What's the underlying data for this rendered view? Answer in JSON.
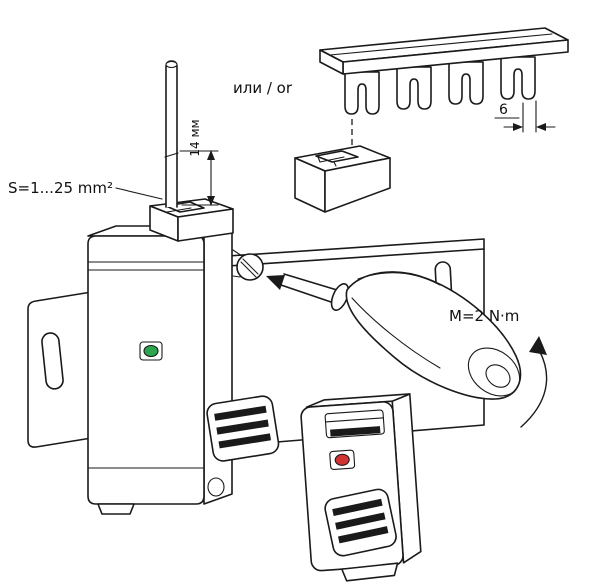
{
  "diagram": {
    "labels": {
      "wire_size": "S=1...25 mm²",
      "strip_length": "14 мм",
      "or_alternative": "или / or",
      "busbar_pitch": "6",
      "tightening_torque": "M=2 N·m"
    },
    "colors": {
      "line": "#1a1a1a",
      "indicator_green": "#2da44e",
      "indicator_red": "#d23333",
      "background": "#ffffff"
    }
  }
}
